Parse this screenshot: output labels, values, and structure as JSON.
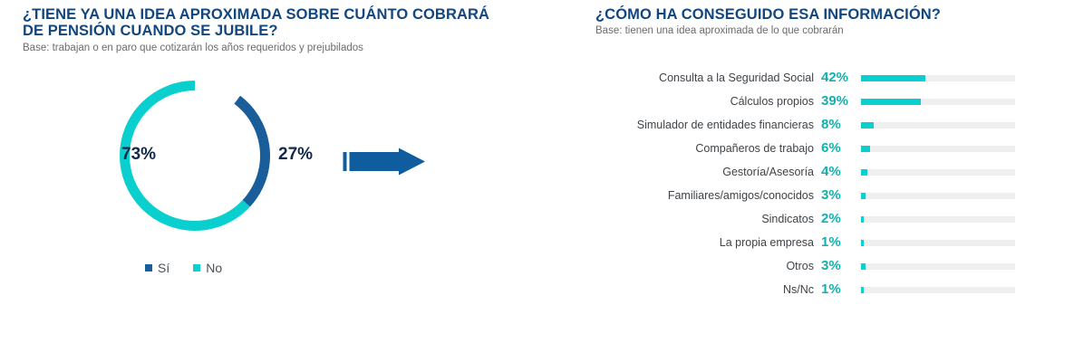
{
  "colors": {
    "title_blue": "#12467F",
    "dark_blue": "#1A5D9B",
    "teal": "#0ACFCF",
    "teal_text": "#0FB2AE",
    "track_gray": "#EFEFEF",
    "label_gray": "#3D4348",
    "base_gray": "#6B6B6B",
    "value_navy": "#13284B"
  },
  "left": {
    "title": "¿TIENE YA UNA IDEA APROXIMADA SOBRE CUÁNTO COBRARÁ\nDE PENSIÓN CUANDO SE JUBILE?",
    "base": "Base: trabajan o en paro que cotizarán los años requeridos y prejubilados",
    "value_no": "73%",
    "value_si": "27%",
    "legend": [
      {
        "label": "Sí",
        "color": "#1A5D9B"
      },
      {
        "label": "No",
        "color": "#0ACFCF"
      }
    ]
  },
  "right": {
    "title": "¿CÓMO HA CONSEGUIDO ESA INFORMACIÓN?",
    "base": "Base: tienen una idea aproximada de lo que cobrarán"
  },
  "chart_data": [
    {
      "type": "pie",
      "variant": "donut",
      "title": "¿TIENE YA UNA IDEA APROXIMADA SOBRE CUÁNTO COBRARÁ DE PENSIÓN CUANDO SE JUBILE?",
      "subtitle": "Base: trabajan o en paro que cotizarán los años requeridos y prejubilados",
      "categories": [
        "Sí",
        "No"
      ],
      "values": [
        27,
        73
      ],
      "unit": "%",
      "colors": [
        "#1A5D9B",
        "#0ACFCF"
      ],
      "legend_position": "bottom",
      "labels": [
        "27%",
        "73%"
      ]
    },
    {
      "type": "bar",
      "orientation": "horizontal",
      "title": "¿CÓMO HA CONSEGUIDO ESA INFORMACIÓN?",
      "subtitle": "Base: tienen una idea aproximada de lo que cobrarán",
      "xlabel": "",
      "ylabel": "",
      "xlim": [
        0,
        100
      ],
      "grid": false,
      "legend_position": "none",
      "bar_color": "#0ACFCF",
      "track_color": "#EFEFEF",
      "categories": [
        "Consulta a la Seguridad Social",
        "Cálculos propios",
        "Simulador de entidades financieras",
        "Compañeros de trabajo",
        "Gestoría/Asesoría",
        "Familiares/amigos/conocidos",
        "Sindicatos",
        "La propia empresa",
        "Otros",
        "Ns/Nc"
      ],
      "values": [
        42,
        39,
        8,
        6,
        4,
        3,
        2,
        1,
        3,
        1
      ],
      "data_labels": [
        "42%",
        "39%",
        "8%",
        "6%",
        "4%",
        "3%",
        "2%",
        "1%",
        "3%",
        "1%"
      ]
    }
  ],
  "bar_rows": [
    {
      "label": "Consulta a la Seguridad Social",
      "value": "42%",
      "pct": 42
    },
    {
      "label": "Cálculos propios",
      "value": "39%",
      "pct": 39
    },
    {
      "label": "Simulador de entidades financieras",
      "value": "8%",
      "pct": 8
    },
    {
      "label": "Compañeros de trabajo",
      "value": "6%",
      "pct": 6
    },
    {
      "label": "Gestoría/Asesoría",
      "value": "4%",
      "pct": 4
    },
    {
      "label": "Familiares/amigos/conocidos",
      "value": "3%",
      "pct": 3
    },
    {
      "label": "Sindicatos",
      "value": "2%",
      "pct": 2
    },
    {
      "label": "La propia empresa",
      "value": "1%",
      "pct": 1
    },
    {
      "label": "Otros",
      "value": "3%",
      "pct": 3
    },
    {
      "label": "Ns/Nc",
      "value": "1%",
      "pct": 1
    }
  ]
}
